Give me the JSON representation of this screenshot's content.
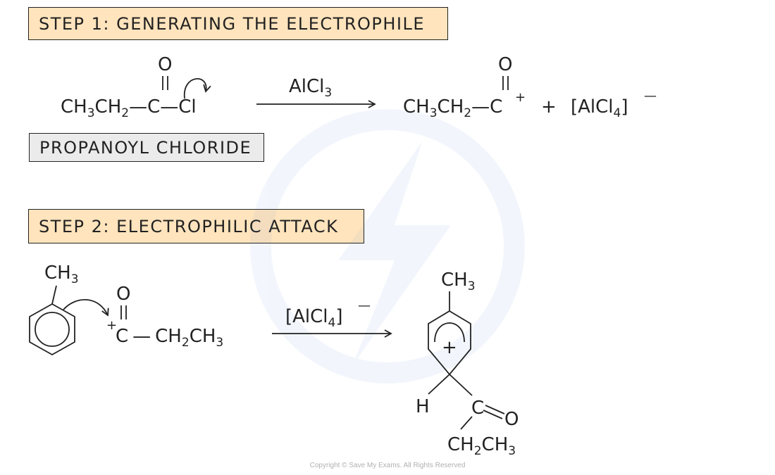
{
  "step1": {
    "label": "STEP 1: GENERATING THE ELECTROPHILE"
  },
  "step2": {
    "label": "STEP 2: ELECTROPHILIC ATTACK"
  },
  "reactant_label": "PROPANOYL CHLORIDE",
  "reaction1": {
    "reagent_main": "AlCl",
    "reagent_sub": "3",
    "reactant": {
      "ch3": "CH",
      "sub3": "3",
      "ch2": "CH",
      "sub2": "2",
      "bond": "—C—",
      "cl": "Cl",
      "oxygen": "O"
    },
    "product": {
      "ch3": "CH",
      "sub3": "3",
      "ch2": "CH",
      "sub2": "2",
      "bond": "—C",
      "charge": "+",
      "oxygen": "O"
    },
    "plus": "+",
    "byproduct": {
      "open": "[AlCl",
      "sub": "4",
      "close": "]",
      "charge": "—"
    }
  },
  "reaction2": {
    "methyl": {
      "text": "CH",
      "sub": "3"
    },
    "acylium": {
      "charge": "+",
      "c": "C",
      "dash": "—",
      "ch2": "CH",
      "sub2": "2",
      "ch3": "CH",
      "sub3": "3",
      "oxygen": "O"
    },
    "reagent": {
      "open": "[AlCl",
      "sub": "4",
      "close": "]",
      "charge": "—"
    },
    "intermediate": {
      "methyl": {
        "text": "CH",
        "sub": "3"
      },
      "ring_charge": "+",
      "h": "H",
      "carbonyl_c": "C",
      "carbonyl_o": "O",
      "ethyl": {
        "ch2": "CH",
        "sub2": "2",
        "ch3": "CH",
        "sub3": "3"
      }
    }
  },
  "copyright": "Copyright © Save My Exams. All Rights Reserved"
}
